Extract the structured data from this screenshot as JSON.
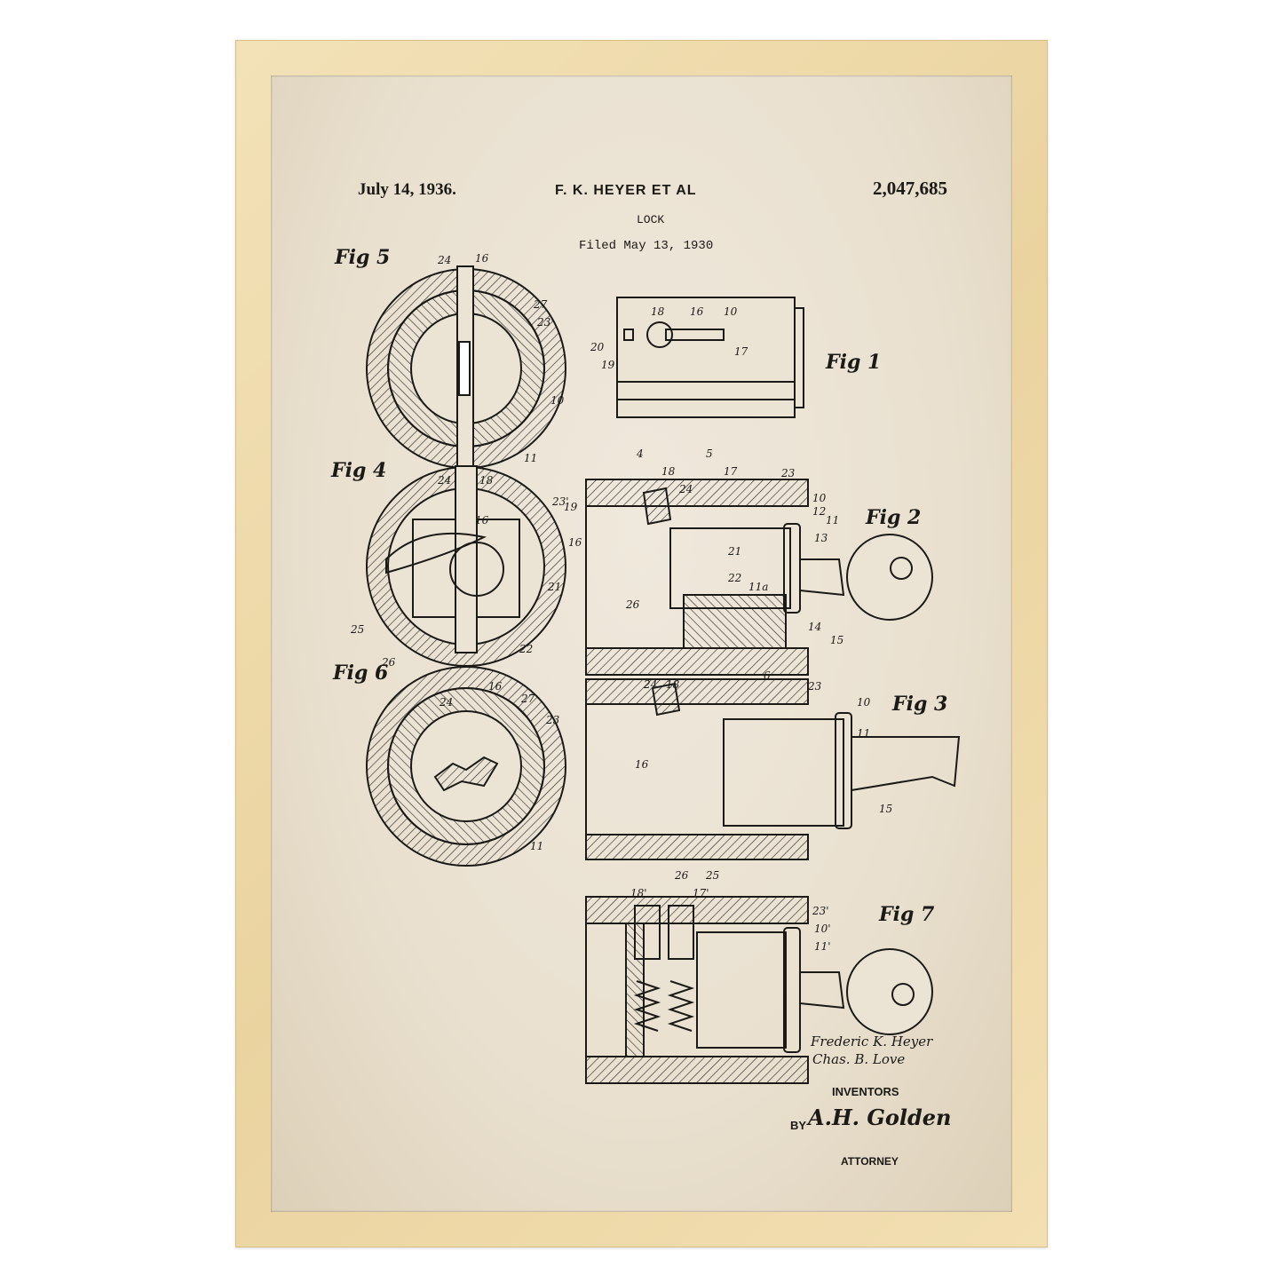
{
  "header": {
    "date": "July 14, 1936.",
    "inventor_line": "F. K. HEYER ET AL",
    "title": "LOCK",
    "filed": "Filed May 13, 1930",
    "patent_number": "2,047,685"
  },
  "figures": {
    "fig1": "Fig 1",
    "fig2": "Fig 2",
    "fig3": "Fig 3",
    "fig4": "Fig 4",
    "fig5": "Fig 5",
    "fig6": "Fig 6",
    "fig7": "Fig 7"
  },
  "refs": {
    "fig5": [
      "24",
      "16",
      "27",
      "23'",
      "10",
      "11"
    ],
    "fig4": [
      "24",
      "18",
      "23'",
      "16",
      "21",
      "25",
      "26",
      "22"
    ],
    "fig6": [
      "24",
      "16",
      "27",
      "23",
      "11"
    ],
    "fig1": [
      "18",
      "16",
      "10",
      "20",
      "19",
      "17"
    ],
    "fig2": [
      "4",
      "5",
      "18",
      "24",
      "17",
      "23",
      "19",
      "10",
      "12",
      "11",
      "13",
      "16",
      "21",
      "22",
      "11a",
      "26",
      "14",
      "15"
    ],
    "fig3": [
      "6",
      "24",
      "18",
      "23",
      "10",
      "11",
      "16",
      "15",
      "26",
      "25"
    ],
    "fig7": [
      "18'",
      "17'",
      "23'",
      "10'",
      "11'"
    ]
  },
  "signatures": {
    "inventor1": "Frederic K. Heyer",
    "inventor2": "Chas. B. Love",
    "attorney": "A.H. Golden"
  },
  "footer": {
    "inventors_label": "INVENTORS",
    "by_label": "BY",
    "attorney_label": "ATTORNEY"
  }
}
